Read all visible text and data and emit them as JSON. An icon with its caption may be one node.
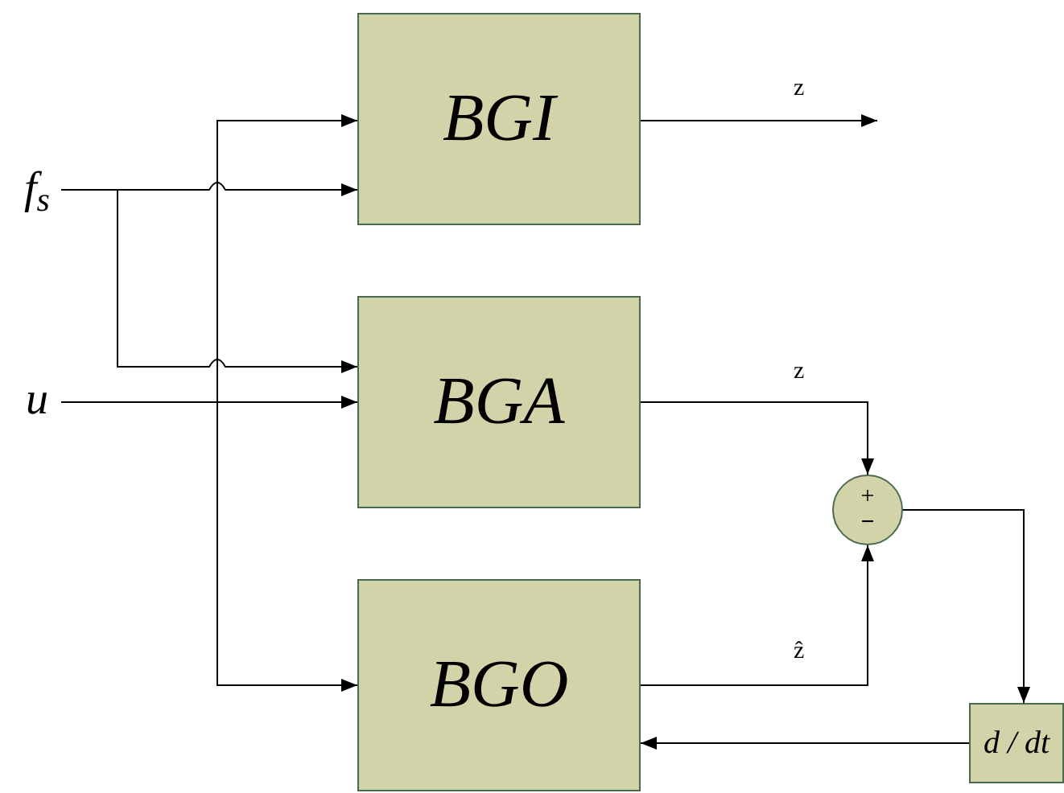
{
  "diagram": {
    "nodes": [
      {
        "text": [
          "f$_{s}$"
        ]
      },
      {
        "text": [
          "u"
        ]
      },
      {
        "text": [
          "BGI"
        ]
      },
      {
        "text": [
          "BGA"
        ]
      },
      {
        "text": [
          "BGO"
        ]
      },
      {
        "text": [
          "+",
          "−"
        ]
      },
      {
        "text": [
          "d / dt"
        ]
      }
    ],
    "edges": [
      {
        "from": 0,
        "to": 2,
        "arrow": "to"
      },
      {
        "from": 0,
        "to": 3,
        "arrow": "to"
      },
      {
        "from": 1,
        "to": 3,
        "arrow": "to"
      },
      {
        "from": 1,
        "to": 2,
        "arrow": "to"
      },
      {
        "from": 1,
        "to": 4,
        "arrow": "to"
      },
      {
        "from": 2,
        "to": null,
        "arrow": "to",
        "label": "z"
      },
      {
        "from": 3,
        "to": 5,
        "arrow": "to",
        "label": "z"
      },
      {
        "from": 4,
        "to": 5,
        "arrow": "to",
        "label": "ẑ"
      },
      {
        "from": 5,
        "to": 6,
        "arrow": "to"
      },
      {
        "from": 6,
        "to": 4,
        "arrow": "to"
      }
    ]
  }
}
